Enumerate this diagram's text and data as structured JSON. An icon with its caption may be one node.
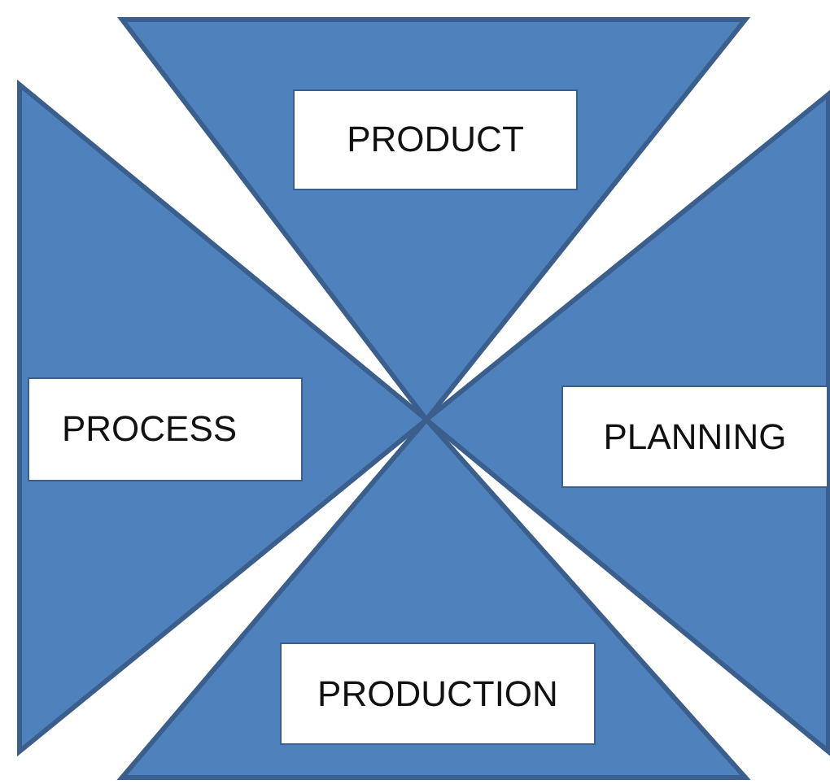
{
  "diagram": {
    "nodes": [
      {
        "text": [
          "PRODUCT"
        ]
      },
      {
        "text": [
          "PROCESS"
        ]
      },
      {
        "text": [
          "PLANNING"
        ]
      },
      {
        "text": [
          "PRODUCTION"
        ]
      }
    ]
  }
}
